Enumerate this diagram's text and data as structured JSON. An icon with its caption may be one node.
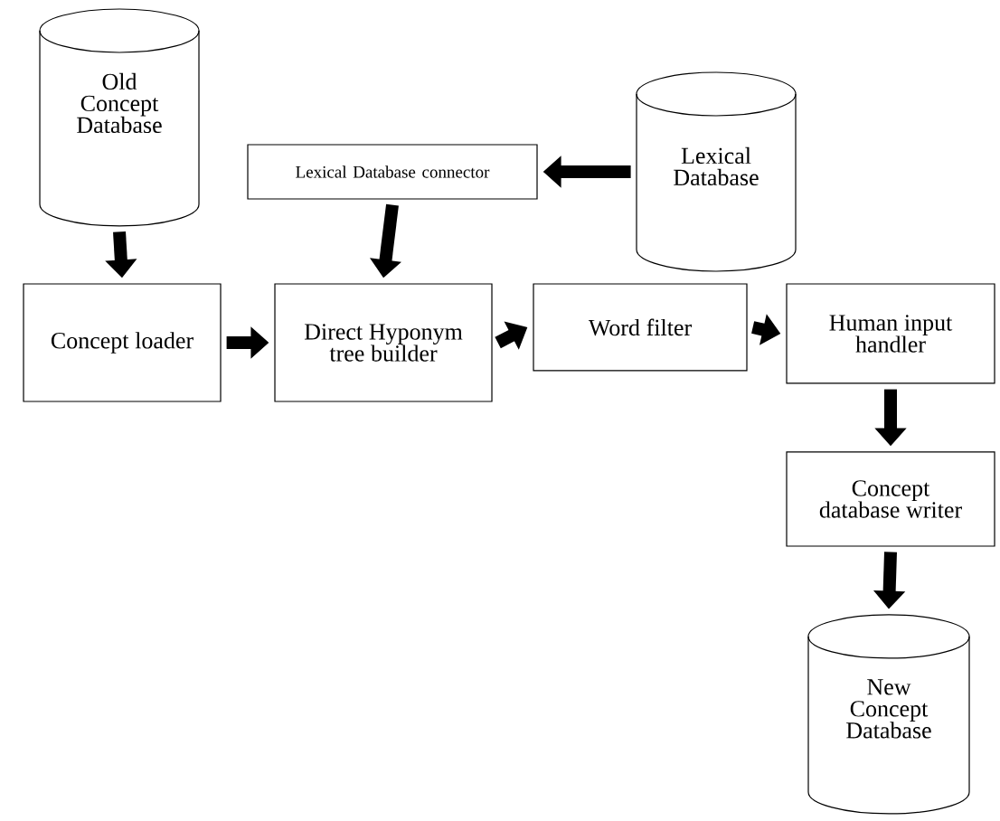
{
  "diagram": {
    "nodes": [
      {
        "text": [
          "Old Concept Database"
        ]
      },
      {
        "text": [
          "Lexical Database"
        ]
      },
      {
        "text": [
          "Lexical Database connector"
        ]
      },
      {
        "text": [
          "Concept loader"
        ]
      },
      {
        "text": [
          "Direct Hyponym tree builder"
        ]
      },
      {
        "text": [
          "Word filter"
        ]
      },
      {
        "text": [
          "Human input handler"
        ]
      },
      {
        "text": [
          "Concept database writer"
        ]
      },
      {
        "text": [
          "New Concept Database"
        ]
      }
    ],
    "edges": [
      {
        "from": 0,
        "to": 3,
        "arrow": "to"
      },
      {
        "from": 1,
        "to": 2,
        "arrow": "to"
      },
      {
        "from": 2,
        "to": 4,
        "arrow": "to"
      },
      {
        "from": 3,
        "to": 4,
        "arrow": "to"
      },
      {
        "from": 4,
        "to": 5,
        "arrow": "to"
      },
      {
        "from": 5,
        "to": 6,
        "arrow": "to"
      },
      {
        "from": 6,
        "to": 7,
        "arrow": "to"
      },
      {
        "from": 7,
        "to": 8,
        "arrow": "to"
      }
    ]
  }
}
